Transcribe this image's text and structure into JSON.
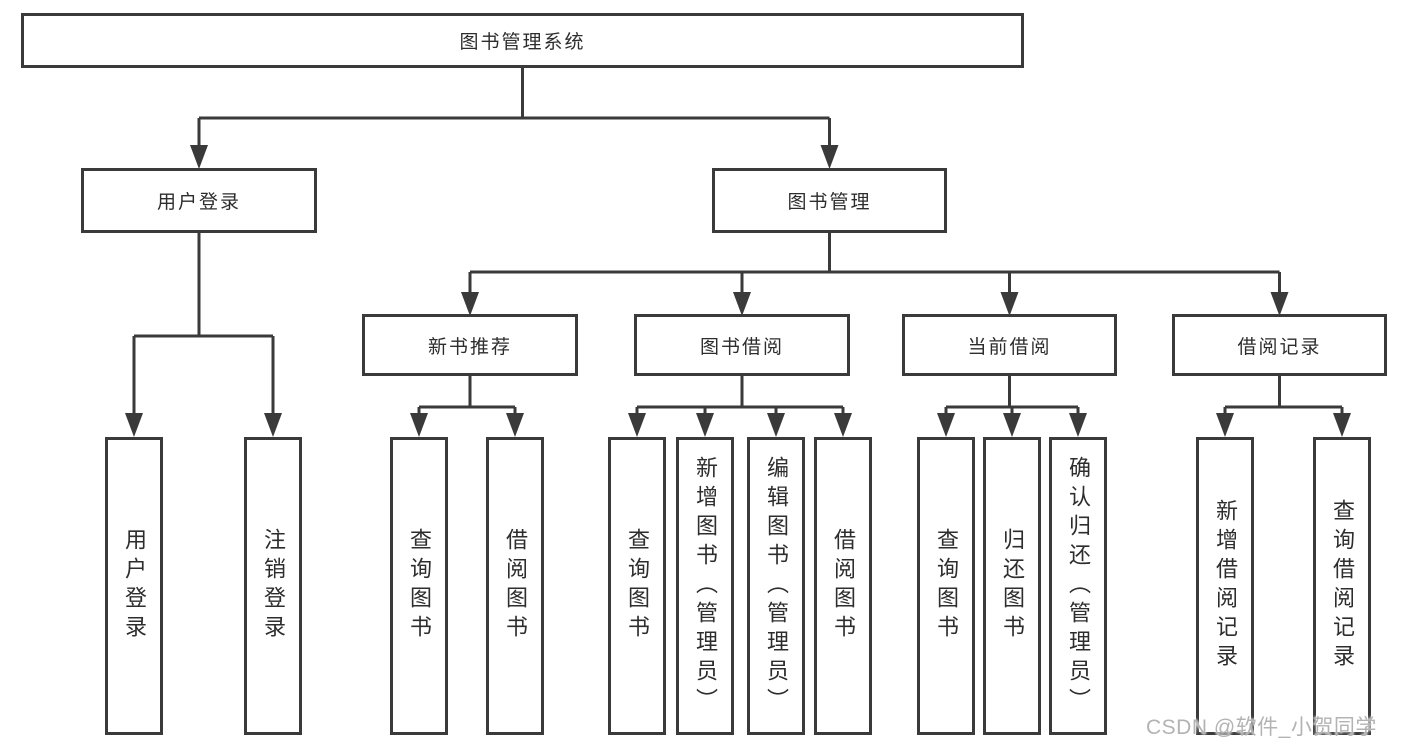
{
  "diagram": {
    "root": "图书管理系统",
    "level2": {
      "user_login": "用户登录",
      "book_management": "图书管理"
    },
    "level3": {
      "new_book_recommend": "新书推荐",
      "book_borrowing": "图书借阅",
      "current_borrowing": "当前借阅",
      "borrowing_records": "借阅记录"
    },
    "leaves": {
      "user_login": "用户登录",
      "logout": "注销登录",
      "nbr_query_books": "查询图书",
      "nbr_borrow_books": "借阅图书",
      "bb_query_books": "查询图书",
      "bb_add_books_admin": "新增图书（管理员）",
      "bb_edit_books_admin": "编辑图书（管理员）",
      "bb_borrow_books": "借阅图书",
      "cb_query_books": "查询图书",
      "cb_return_books": "归还图书",
      "cb_confirm_return_admin": "确认归还（管理员）",
      "br_add_record": "新增借阅记录",
      "br_query_record": "查询借阅记录"
    }
  },
  "watermark": "CSDN @软件_小贺同学",
  "colors": {
    "line": "#3a3a3a",
    "text": "#2d2d2d",
    "watermark": "#b3b3b3",
    "background": "#ffffff"
  }
}
